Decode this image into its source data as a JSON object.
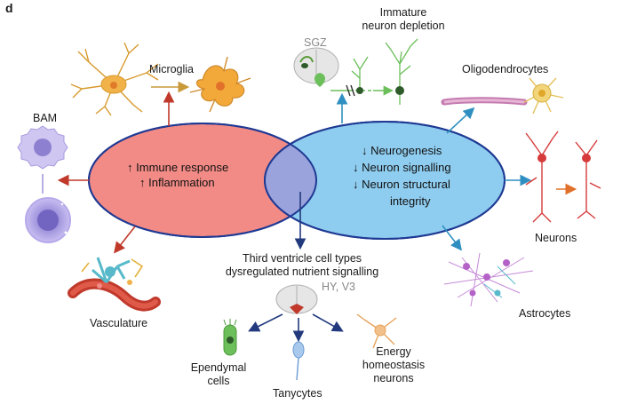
{
  "panel_letter": "d",
  "labels": {
    "microglia": "Microglia",
    "bam": "BAM",
    "vasculature": "Vasculature",
    "sgz": "SGZ",
    "immature_line1": "Immature",
    "immature_line2": "neuron depletion",
    "oligodendrocytes": "Oligodendrocytes",
    "neurons": "Neurons",
    "astrocytes": "Astrocytes",
    "third_ventricle_line1": "Third ventricle cell types",
    "third_ventricle_line2": "dysregulated nutrient signalling",
    "hy_v3": "HY, V3",
    "ependymal_line1": "Ependymal",
    "ependymal_line2": "cells",
    "tanycytes": "Tanycytes",
    "energy_line1": "Energy",
    "energy_line2": "homeostasis",
    "energy_line3": "neurons"
  },
  "red_ellipse": {
    "item1": "Immune response",
    "item2": "Inflammation",
    "arrow_up": "↑"
  },
  "blue_ellipse": {
    "item1": "Neurogenesis",
    "item2": "Neuron signalling",
    "item3_line1": "Neuron structural",
    "item3_line2": "integrity",
    "arrow_down": "↓"
  },
  "colors": {
    "red_fill": "#f28b86",
    "blue_fill": "#8fcdf0",
    "overlap_fill": "#9aa3dc",
    "outline": "#1f3a93",
    "red_arrow": "#c0392b",
    "blue_arrow": "#2f8fc0",
    "navy_arrow": "#22397d",
    "orange_arrow": "#e0702a",
    "microglia": "#f2b24a",
    "neuron_red": "#d63a3a",
    "bam_purple": "#a99ae0",
    "green": "#6cbf5a"
  }
}
